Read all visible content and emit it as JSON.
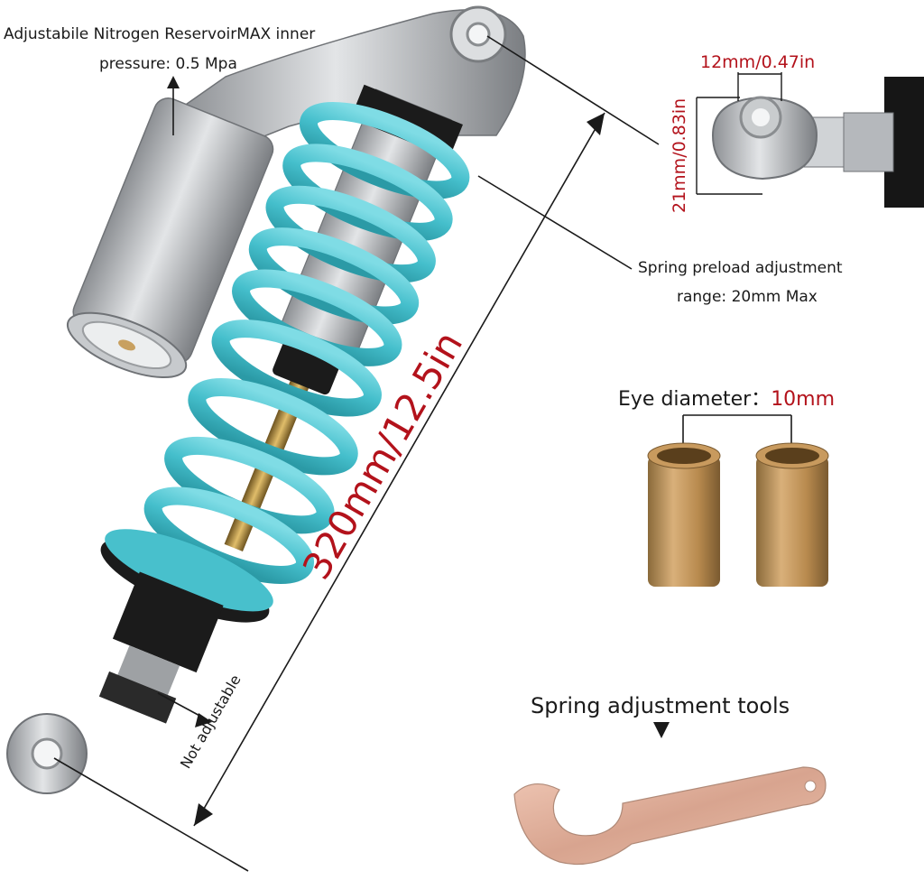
{
  "labels": {
    "reservoir_line1": "Adjustabile Nitrogen ReservoirMAX inner",
    "reservoir_line2": "pressure: 0.5 Mpa",
    "eye_width": "12mm/0.47in",
    "eye_height": "21mm/0.83in",
    "preload_line1": "Spring preload adjustment",
    "preload_line2": "range: 20mm Max",
    "eye_diameter_label": "Eye diameter：",
    "eye_diameter_value": "10mm",
    "overall_length": "320mm/12.5in",
    "not_adjustable": "Not adjustable",
    "tools_label": "Spring adjustment tools"
  },
  "colors": {
    "spring": "#4cc3cf",
    "body_silver": "#b5b8bc",
    "black_parts": "#1b1b1b",
    "rod_gold": "#b08a3a",
    "bushing_bronze": "#b88a4e",
    "tool_pink": "#e3b6a4",
    "dimension_red": "#b3121b",
    "text": "#1a1a1a"
  }
}
